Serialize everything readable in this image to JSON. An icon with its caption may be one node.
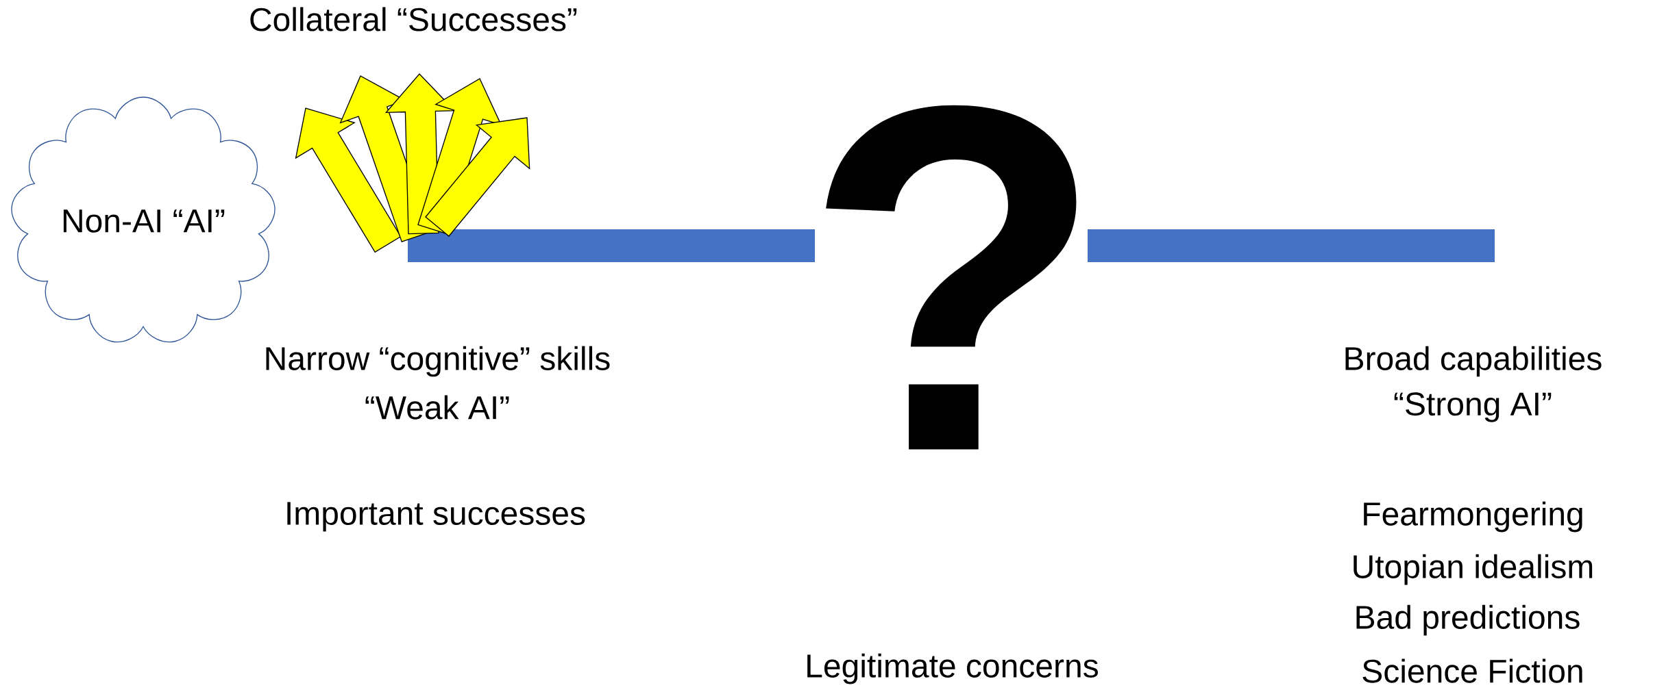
{
  "diagram": {
    "nodes": [
      {
        "text": [
          "Non-AI “AI”"
        ]
      },
      {
        "text": [],
        "shape": "bar"
      },
      {
        "text": [],
        "shape": "bar"
      }
    ],
    "labels": [
      "Collateral “Successes”",
      "?",
      "Narrow “cognitive” skills",
      "“Weak AI”",
      "Important successes",
      "Legitimate concerns",
      "Broad capabilities",
      "“Strong AI”",
      "Fearmongering",
      "Utopian idealism",
      "Bad predictions",
      "Science Fiction"
    ]
  }
}
